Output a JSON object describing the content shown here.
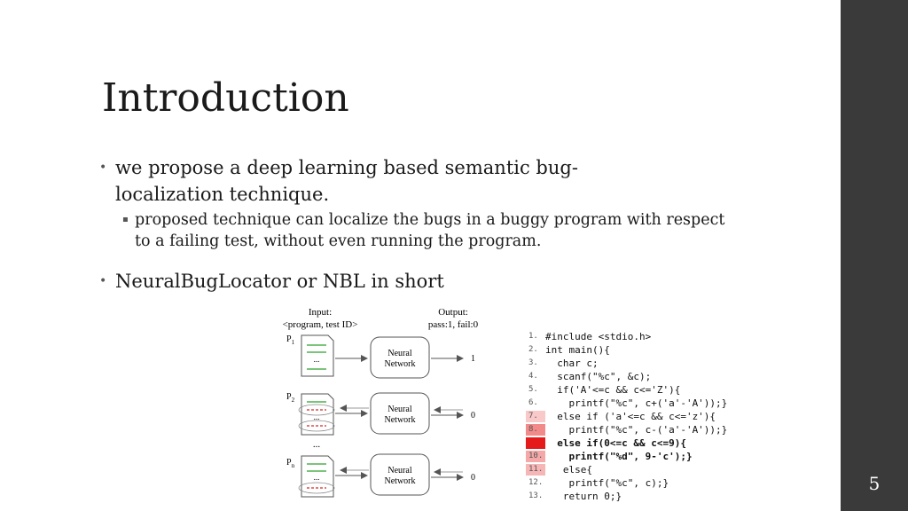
{
  "slide": {
    "title": "Introduction",
    "page_number": "5"
  },
  "bullets": [
    {
      "text": "we propose a deep learning based semantic bug-localization technique."
    },
    {
      "text": "proposed technique can localize the bugs in a buggy program with respect to a failing test, without even running the program."
    },
    {
      "text": "NeuralBugLocator or NBL in short"
    }
  ],
  "diagram": {
    "input_title": "Input:",
    "input_sub": "<program, test ID>",
    "output_title": "Output:",
    "output_sub": "pass:1, fail:0",
    "programs": [
      {
        "label": "P",
        "sub": "1",
        "network": [
          "Neural",
          "Network"
        ],
        "output": "1"
      },
      {
        "label": "P",
        "sub": "2",
        "network": [
          "Neural",
          "Network"
        ],
        "output": "0"
      },
      {
        "label": "P",
        "sub": "n",
        "network": [
          "Neural",
          "Network"
        ],
        "output": "0"
      }
    ],
    "ellipsis": "...",
    "between_ellipsis": "..."
  },
  "code": {
    "lines": [
      {
        "num": "1.",
        "text": "#include <stdio.h>",
        "highlight": "",
        "bold": false
      },
      {
        "num": "2.",
        "text": "int main(){",
        "highlight": "",
        "bold": false
      },
      {
        "num": "3.",
        "text": "  char c;",
        "highlight": "",
        "bold": false
      },
      {
        "num": "4.",
        "text": "  scanf(\"%c\", &c);",
        "highlight": "",
        "bold": false
      },
      {
        "num": "5.",
        "text": "  if('A'<=c && c<='Z'){",
        "highlight": "",
        "bold": false
      },
      {
        "num": "6.",
        "text": "    printf(\"%c\", c+('a'-'A'));}",
        "highlight": "",
        "bold": false
      },
      {
        "num": "7.",
        "text": "  else if ('a'<=c && c<='z'){",
        "highlight": "h1",
        "bold": false
      },
      {
        "num": "8.",
        "text": "    printf(\"%c\", c-('a'-'A'));}",
        "highlight": "h2",
        "bold": false
      },
      {
        "num": "9.",
        "text": "  else if(0<=c && c<=9){",
        "highlight": "h3",
        "bold": true
      },
      {
        "num": "10.",
        "text": "    printf(\"%d\", 9-'c');}",
        "highlight": "h4",
        "bold": true
      },
      {
        "num": "11.",
        "text": "   else{",
        "highlight": "h5",
        "bold": false
      },
      {
        "num": "12.",
        "text": "    printf(\"%c\", c);}",
        "highlight": "",
        "bold": false
      },
      {
        "num": "13.",
        "text": "   return 0;}",
        "highlight": "",
        "bold": false
      }
    ]
  },
  "colors": {
    "sidebar": "#3a3a3a",
    "highlight_strong": "#e51b1b",
    "green_line": "#2ca02c",
    "red_dashed": "#d62728"
  }
}
